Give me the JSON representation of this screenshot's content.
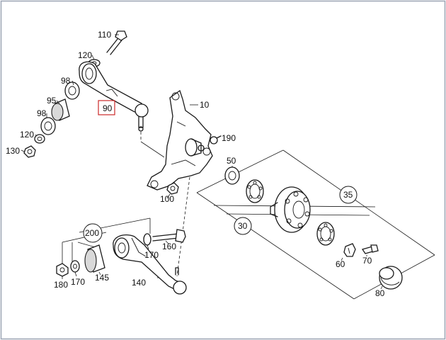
{
  "labels": {
    "p110": "110",
    "p120a": "120",
    "p98a": "98",
    "p95": "95",
    "p98b": "98",
    "p120b": "120",
    "p130": "130",
    "p90": "90",
    "p10": "10",
    "p190": "190",
    "p50": "50",
    "p35": "35",
    "p100": "100",
    "p30": "30",
    "p200": "200",
    "p170a": "170",
    "p160": "160",
    "p180": "180",
    "p170b": "170",
    "p145": "145",
    "p140": "140",
    "p60": "60",
    "p70": "70",
    "p80": "80"
  },
  "colors": {
    "highlight": "#cc2a2a",
    "frame": "#9aa4b4",
    "line": "#1a1a1a"
  }
}
